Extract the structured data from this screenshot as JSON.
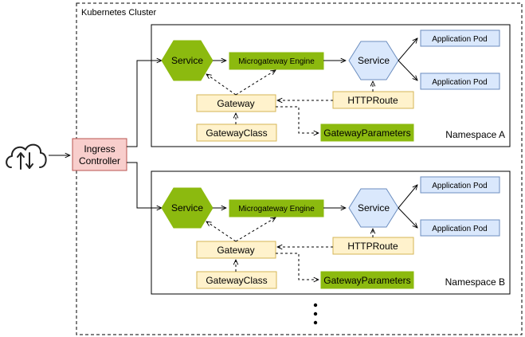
{
  "cluster": {
    "label": "Kubernetes Cluster"
  },
  "ingress": {
    "label_line1": "Ingress",
    "label_line2": "Controller"
  },
  "namespaces": [
    {
      "label": "Namespace A",
      "service_left": "Service",
      "microgateway_engine": "Microgateway Engine",
      "service_right": "Service",
      "pod_top": "Application Pod",
      "pod_bottom": "Application Pod",
      "gateway": "Gateway",
      "httproute": "HTTPRoute",
      "gatewayclass": "GatewayClass",
      "gateway_parameters": "GatewayParameters"
    },
    {
      "label": "Namespace B",
      "service_left": "Service",
      "microgateway_engine": "Microgateway Engine",
      "service_right": "Service",
      "pod_top": "Application Pod",
      "pod_bottom": "Application Pod",
      "gateway": "Gateway",
      "httproute": "HTTPRoute",
      "gatewayclass": "GatewayClass",
      "gateway_parameters": "GatewayParameters"
    }
  ],
  "colors": {
    "green": "#8cba0f",
    "blue_fill": "#dae8fc",
    "blue_stroke": "#6c8ebf",
    "yellow_fill": "#fff2cc",
    "yellow_stroke": "#d6b656",
    "red_fill": "#f8cecc",
    "red_stroke": "#b85450"
  },
  "icons": {
    "cloud": "cloud-upload-download-icon"
  }
}
